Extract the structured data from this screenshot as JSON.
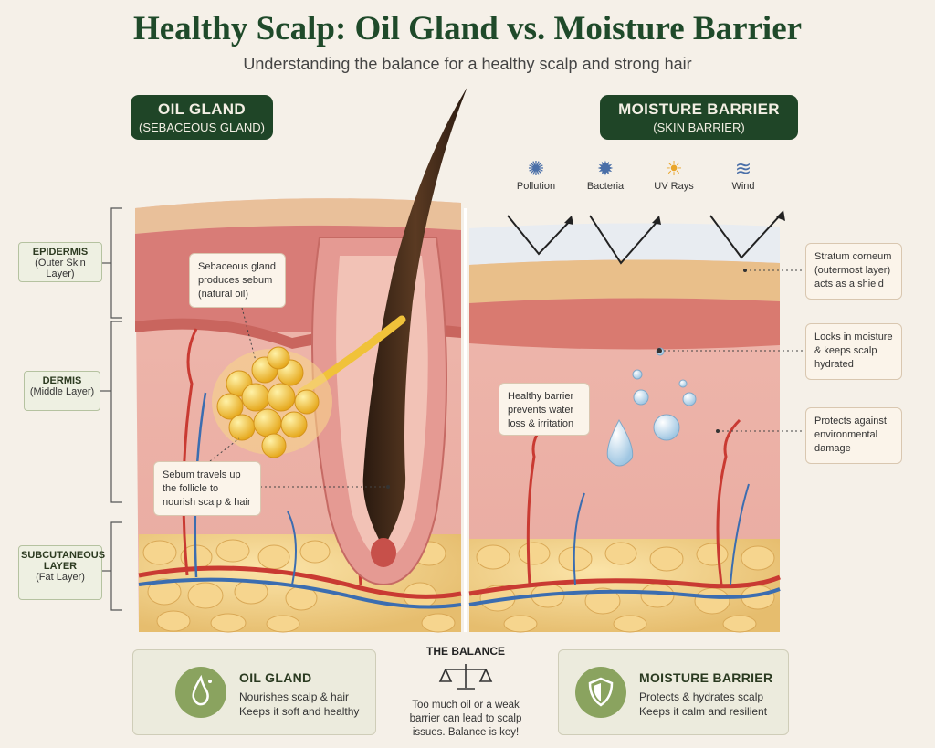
{
  "header": {
    "title": "Healthy Scalp: Oil Gland vs. Moisture Barrier",
    "subtitle": "Understanding the balance for a healthy scalp and strong hair"
  },
  "left_panel": {
    "heading": "OIL GLAND",
    "subheading": "(SEBACEOUS GLAND)",
    "callout_gland": [
      "Sebaceous gland",
      "produces sebum",
      "(natural oil)"
    ],
    "callout_sebum": [
      "Sebum travels up",
      "the follicle to",
      "nourish scalp & hair"
    ]
  },
  "right_panel": {
    "heading": "MOISTURE BARRIER",
    "subheading": "(SKIN BARRIER)",
    "threats": [
      {
        "label": "Pollution",
        "icon": "pollution-icon"
      },
      {
        "label": "Bacteria",
        "icon": "bacteria-icon"
      },
      {
        "label": "UV Rays",
        "icon": "sun-icon"
      },
      {
        "label": "Wind",
        "icon": "wind-icon"
      }
    ],
    "callout_barrier": [
      "Healthy barrier",
      "prevents water",
      "loss & irritation"
    ],
    "callout_stratum": [
      "Stratum corneum",
      "(outermost layer)",
      "acts as a shield"
    ],
    "callout_locks": [
      "Locks in moisture",
      "& keeps scalp",
      "hydrated"
    ],
    "callout_protects": [
      "Protects against",
      "environmental",
      "damage"
    ]
  },
  "layers": {
    "epidermis": {
      "name": "EPIDERMIS",
      "desc": "(Outer Skin Layer)"
    },
    "dermis": {
      "name": "DERMIS",
      "desc": "(Middle Layer)"
    },
    "subcutaneous": {
      "name_1": "SUBCUTANEOUS",
      "name_2": "LAYER",
      "desc": "(Fat Layer)"
    }
  },
  "bottom": {
    "oil_card": {
      "title": "OIL GLAND",
      "line1": "Nourishes scalp & hair",
      "line2": "Keeps it soft and healthy",
      "icon": "droplet-icon"
    },
    "balance": {
      "title": "THE BALANCE",
      "text": "Too much oil or a weak barrier can lead to scalp issues. Balance is key!",
      "icon": "scale-icon"
    },
    "barrier_card": {
      "title": "MOISTURE BARRIER",
      "line1": "Protects & hydrates scalp",
      "line2": "Keeps it calm and resilient",
      "icon": "shield-icon"
    }
  },
  "colors": {
    "brand_green": "#1f4527",
    "accent_green": "#8aa35f",
    "background": "#f5f0e8"
  }
}
